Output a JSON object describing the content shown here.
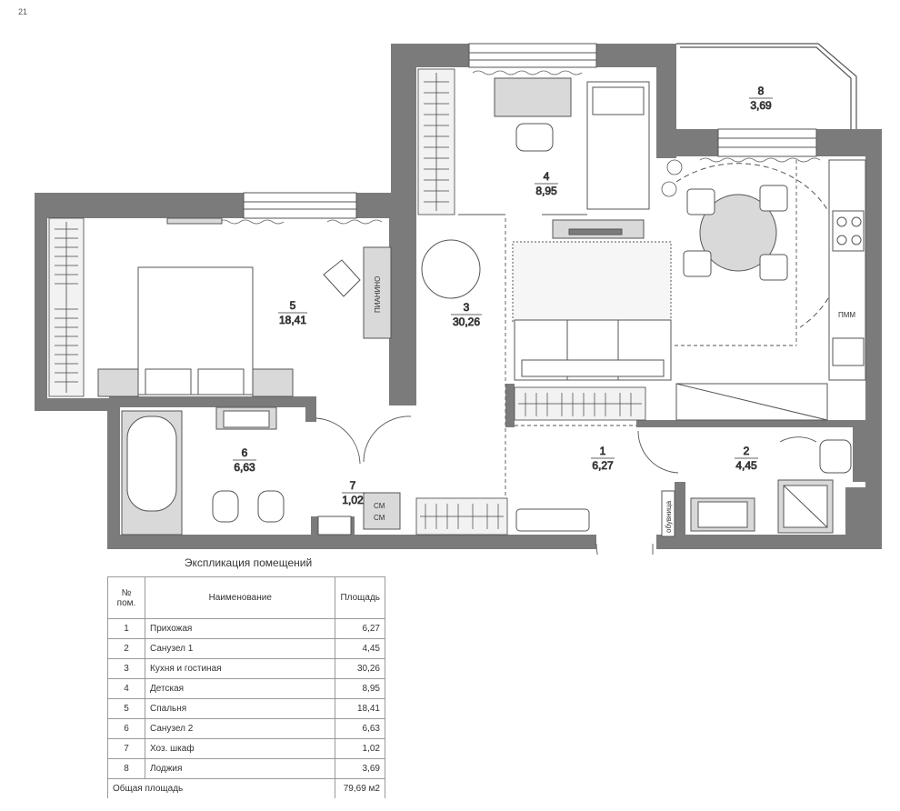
{
  "corner_mark": "21",
  "rooms": [
    {
      "id": "1",
      "num": "1",
      "area": "6,27"
    },
    {
      "id": "2",
      "num": "2",
      "area": "4,45"
    },
    {
      "id": "3",
      "num": "3",
      "area": "30,26"
    },
    {
      "id": "4",
      "num": "4",
      "area": "8,95"
    },
    {
      "id": "5",
      "num": "5",
      "area": "18,41"
    },
    {
      "id": "6",
      "num": "6",
      "area": "6,63"
    },
    {
      "id": "7",
      "num": "7",
      "area": "1,02"
    },
    {
      "id": "8",
      "num": "8",
      "area": "3,69"
    }
  ],
  "labels": {
    "piano": "ПИАНИНО",
    "dishwasher": "ПММ",
    "washer_1": "СМ",
    "washer_2": "СМ",
    "shoe_rack": "обувница"
  },
  "explication": {
    "title": "Экспликация помещений",
    "headers": {
      "num": "№ пом.",
      "name": "Наименование",
      "area": "Площадь"
    },
    "rows": [
      {
        "num": "1",
        "name": "Прихожая",
        "area": "6,27"
      },
      {
        "num": "2",
        "name": "Санузел 1",
        "area": "4,45"
      },
      {
        "num": "3",
        "name": "Кухня и гостиная",
        "area": "30,26"
      },
      {
        "num": "4",
        "name": "Детская",
        "area": "8,95"
      },
      {
        "num": "5",
        "name": "Спальня",
        "area": "18,41"
      },
      {
        "num": "6",
        "name": "Санузел 2",
        "area": "6,63"
      },
      {
        "num": "7",
        "name": "Хоз. шкаф",
        "area": "1,02"
      },
      {
        "num": "8",
        "name": "Лоджия",
        "area": "3,69"
      }
    ],
    "total_label": "Общая площадь",
    "total_value": "79,69 м2"
  },
  "colors": {
    "wall": "#7b7b7b",
    "furniture": "#d9d9d9",
    "line": "#555555"
  }
}
